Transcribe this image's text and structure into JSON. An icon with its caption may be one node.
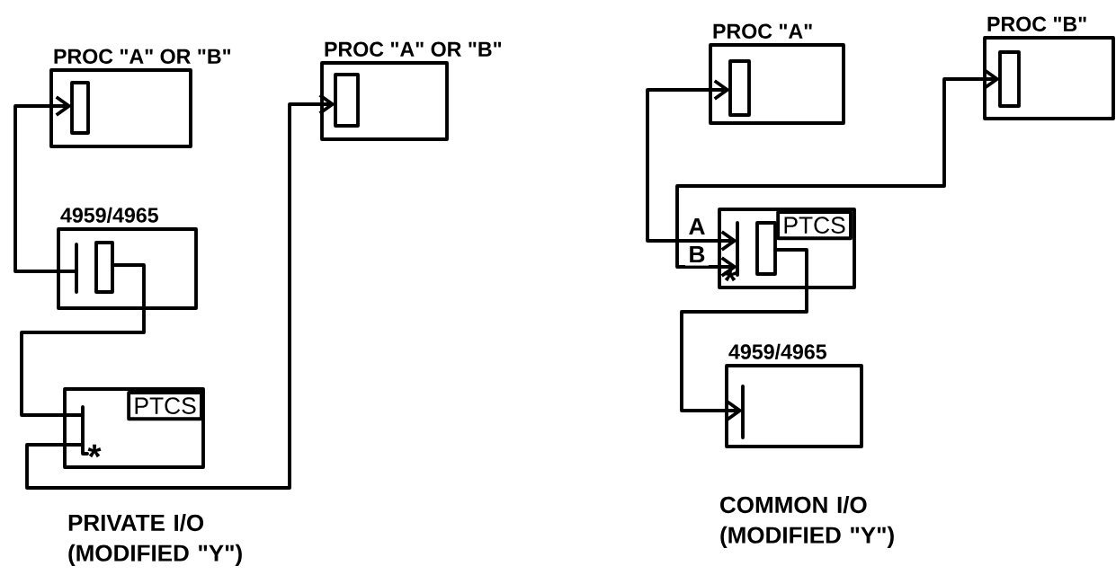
{
  "diagram": {
    "nodes": [
      {
        "text": [
          "PROC \"A\" OR \"B\""
        ]
      },
      {
        "text": [
          "4959/4965"
        ]
      },
      {
        "text": [
          "PTCS"
        ]
      },
      {
        "text": [
          "PROC \"A\" OR \"B\""
        ]
      },
      {
        "text": [
          "PROC \"A\""
        ]
      },
      {
        "text": [
          "PROC \"B\""
        ]
      },
      {
        "text": [
          "PTCS"
        ]
      },
      {
        "text": [
          "4959/4965"
        ]
      }
    ],
    "edges": [
      {
        "from": 1,
        "to": 0,
        "arrow": "to"
      },
      {
        "from": 1,
        "to": 2,
        "arrow": "none"
      },
      {
        "from": 2,
        "to": 3,
        "arrow": "to"
      },
      {
        "from": 6,
        "to": 4,
        "arrow": "both",
        "label": "A"
      },
      {
        "from": 6,
        "to": 5,
        "arrow": "both",
        "label": "B"
      },
      {
        "from": 6,
        "to": 7,
        "arrow": "to"
      }
    ],
    "labels": [
      "*",
      "*",
      "PRIVATE I/O (MODIFIED \"Y\")",
      "COMMON I/O (MODIFIED \"Y\")"
    ]
  }
}
